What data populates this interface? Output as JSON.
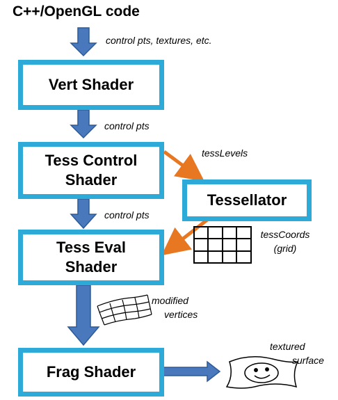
{
  "title": "C++/OpenGL code",
  "boxes": {
    "vert": "Vert Shader",
    "tess_control": "Tess Control\nShader",
    "tessellator": "Tessellator",
    "tess_eval": "Tess Eval\nShader",
    "frag": "Frag Shader"
  },
  "labels": {
    "control_pts_textures": "control pts, textures, etc.",
    "control_pts_1": "control pts",
    "control_pts_2": "control pts",
    "tess_levels": "tessLevels",
    "tess_coords": "tessCoords",
    "grid": "(grid)",
    "modified": "modified",
    "vertices": "vertices",
    "textured": "textured",
    "surface": "surface"
  },
  "colors": {
    "box_border": "#2eaad9",
    "flow_arrow": "#4a78bd",
    "tess_arrow": "#e87722"
  },
  "icons": [
    "grid-icon",
    "warped-mesh-icon",
    "smiley-surface-icon"
  ]
}
